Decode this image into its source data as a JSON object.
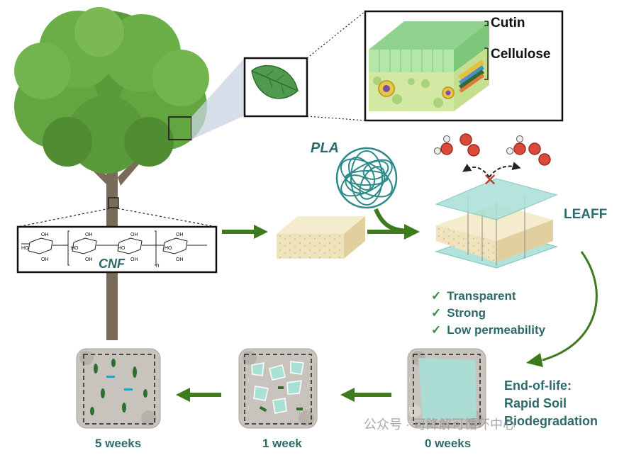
{
  "leaf_layers": {
    "top": "Cutin",
    "bottom": "Cellulose"
  },
  "labels": {
    "pla": "PLA",
    "cnf": "CNF",
    "leaff": "LEAFF",
    "subscript_n": "n",
    "properties": [
      "Transparent",
      "Strong",
      "Low permeability"
    ],
    "end_of_life": [
      "End-of-life:",
      "Rapid Soil",
      "Biodegradation"
    ]
  },
  "timeline": [
    "5 weeks",
    "1 week",
    "0 weeks"
  ],
  "watermark": "公众号 · 可降解可循环中心",
  "icons": {
    "check": "✓",
    "blocked": "✕"
  },
  "colors": {
    "accent_teal": "#2d6b6b",
    "arrow_green": "#3e7a1e",
    "block_red": "#c0392b",
    "film": "#a9e0d6",
    "foam": "#efe3bd"
  }
}
